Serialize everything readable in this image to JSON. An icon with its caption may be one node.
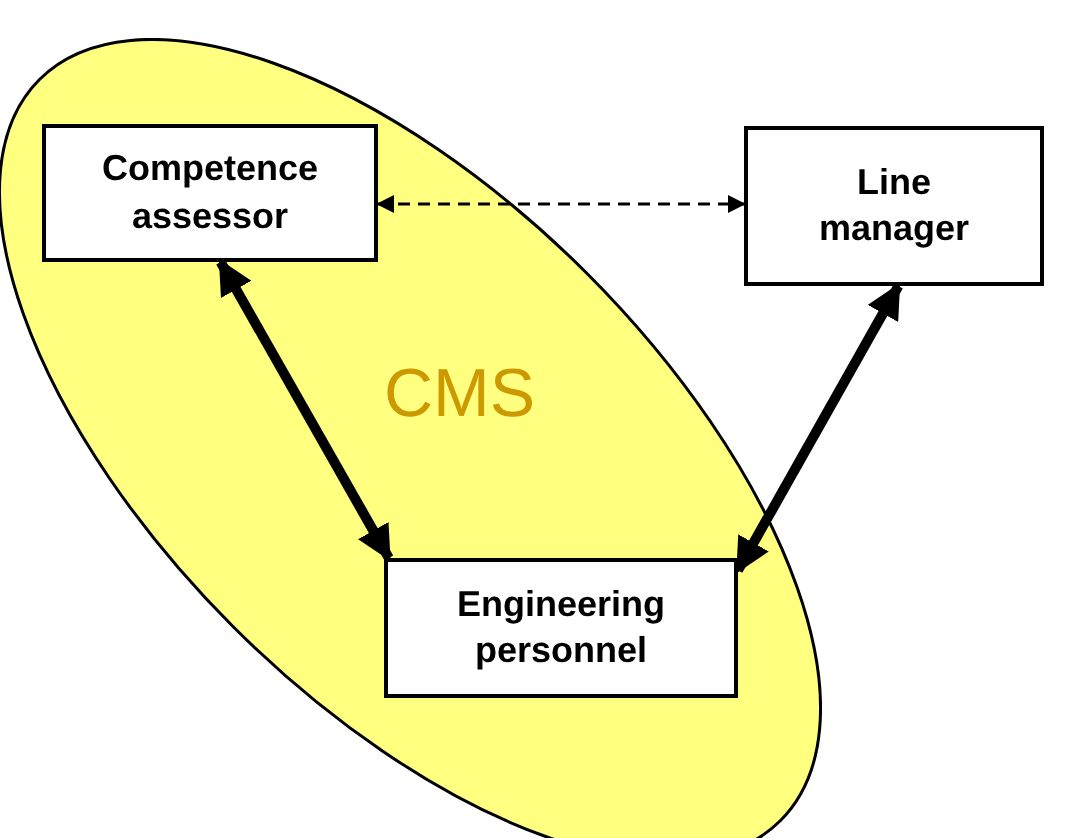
{
  "diagram": {
    "nodes": [
      {
        "text": [
          "CMS"
        ]
      },
      {
        "text": [
          "Competence assessor"
        ],
        "in": 0
      },
      {
        "text": [
          "Line manager"
        ]
      },
      {
        "text": [
          "Engineering personnel"
        ],
        "in": 0
      }
    ],
    "edges": [
      {
        "from": 1,
        "to": 2,
        "arrow": "both",
        "style": "dashed"
      },
      {
        "from": 1,
        "to": 3,
        "arrow": "both"
      },
      {
        "from": 2,
        "to": 3,
        "arrow": "both"
      }
    ]
  }
}
